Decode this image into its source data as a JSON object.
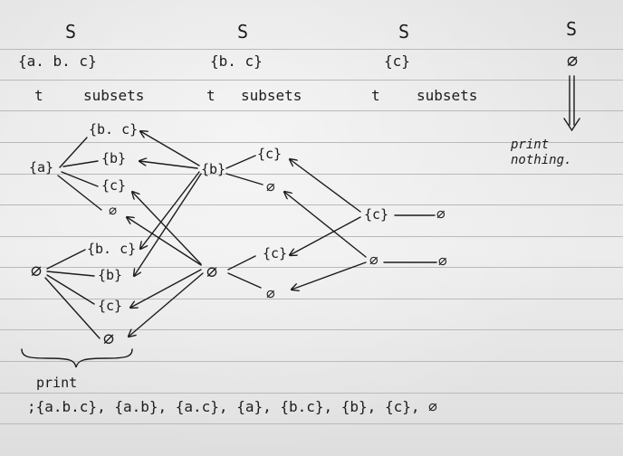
{
  "columns": [
    {
      "head": "S",
      "set": "{a. b. c}",
      "caption": "subsets",
      "t": "t"
    },
    {
      "head": "S",
      "set": "{b. c}",
      "caption": "subsets",
      "t": "t"
    },
    {
      "head": "S",
      "set": "{c}",
      "caption": "subsets",
      "t": "t"
    },
    {
      "head": "S",
      "set": "∅"
    }
  ],
  "empty_note": "print nothing.",
  "tree": {
    "col1": {
      "a": "{a}",
      "top": [
        "{b. c}",
        "{b}",
        "{c}",
        "∅"
      ],
      "root_empty": "∅",
      "bottom": [
        "{b. c}",
        "{b}",
        "{c}",
        "∅"
      ]
    },
    "col2": {
      "b": "{b}",
      "top": [
        "{c}",
        "∅"
      ],
      "root_empty": "∅",
      "bottom": [
        "{c}",
        "∅"
      ]
    },
    "col3": {
      "c": "{c}",
      "c_child": "∅",
      "root_empty": "∅",
      "empty_child": "∅"
    }
  },
  "print_label": "print",
  "result_list": ";{a.b.c}, {a.b}, {a.c}, {a}, {b.c}, {b}, {c}, ∅"
}
